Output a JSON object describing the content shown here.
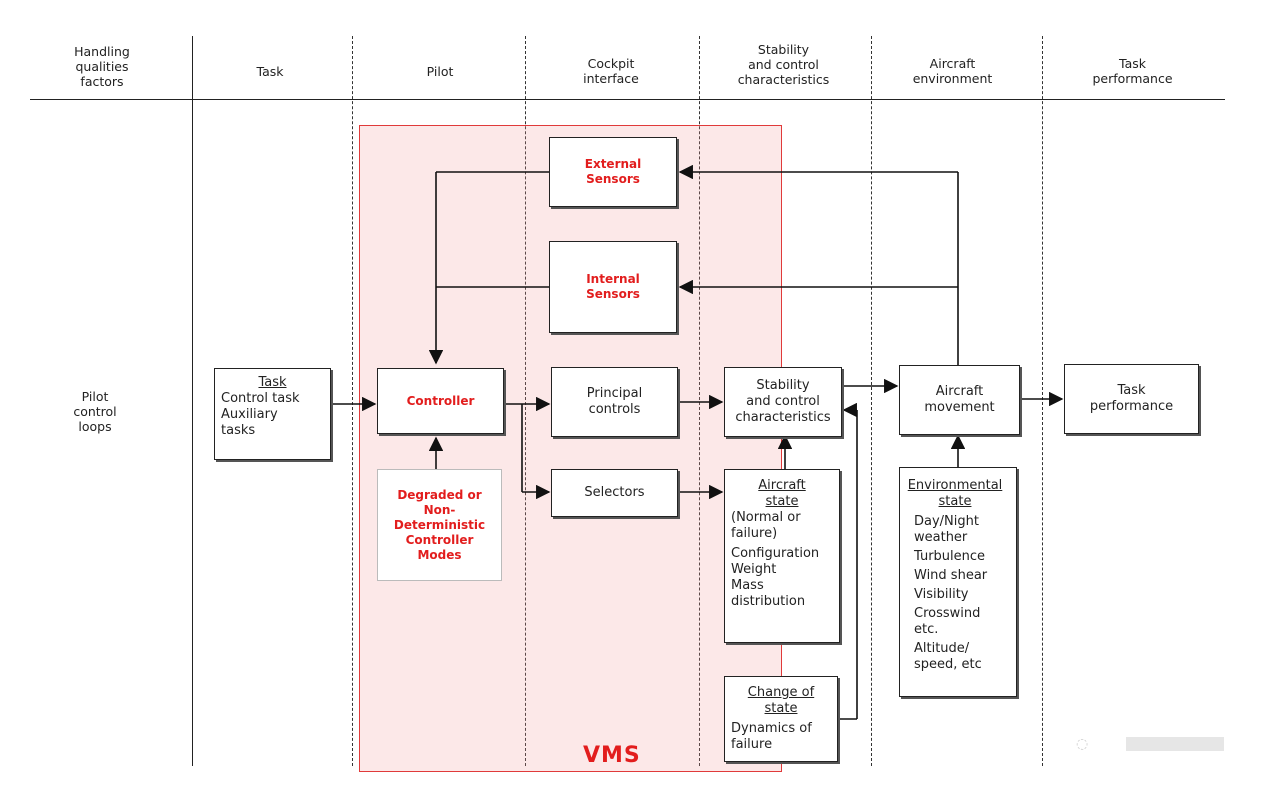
{
  "columns": [
    {
      "lines": [
        "Handling",
        "qualities",
        "factors"
      ]
    },
    {
      "lines": [
        "Task"
      ]
    },
    {
      "lines": [
        "Pilot"
      ]
    },
    {
      "lines": [
        "Cockpit",
        "interface"
      ]
    },
    {
      "lines": [
        "Stability",
        "and control",
        "characteristics"
      ]
    },
    {
      "lines": [
        "Aircraft",
        "environment"
      ]
    },
    {
      "lines": [
        "Task",
        "performance"
      ]
    }
  ],
  "row_label": [
    "Pilot",
    "control",
    "loops"
  ],
  "vms_label": "VMS",
  "boxes": {
    "external_sensors": [
      "External",
      "Sensors"
    ],
    "internal_sensors": [
      "Internal",
      "Sensors"
    ],
    "task": {
      "title": "Task",
      "lines": [
        "Control task",
        "Auxiliary",
        "tasks"
      ]
    },
    "controller": "Controller",
    "degraded_modes": [
      "Degraded or",
      "Non-",
      "Deterministic",
      "Controller",
      "Modes"
    ],
    "principal_controls": [
      "Principal",
      "controls"
    ],
    "selectors": "Selectors",
    "stability": [
      "Stability",
      "and control",
      "characteristics"
    ],
    "aircraft_state": {
      "title": [
        "Aircraft",
        "state"
      ],
      "lines": [
        "(Normal or",
        "failure)",
        "Configuration",
        "Weight",
        "Mass",
        "distribution"
      ]
    },
    "change_of_state": {
      "title": [
        "Change of",
        "state"
      ],
      "lines": [
        "Dynamics of",
        "failure"
      ]
    },
    "aircraft_movement": [
      "Aircraft",
      "movement"
    ],
    "task_performance": [
      "Task",
      "performance"
    ],
    "environmental_state": {
      "title": [
        "Environmental",
        "state"
      ],
      "lines": [
        "Day/Night",
        "weather",
        "Turbulence",
        "Wind shear",
        "Visibility",
        "Crosswind",
        "etc.",
        "Altitude/",
        "speed, etc"
      ]
    }
  },
  "colors": {
    "vms_border": "#e03a3a",
    "vms_fill": "#f3c9c9",
    "red_text": "#e21d1d",
    "ink": "#222222"
  }
}
